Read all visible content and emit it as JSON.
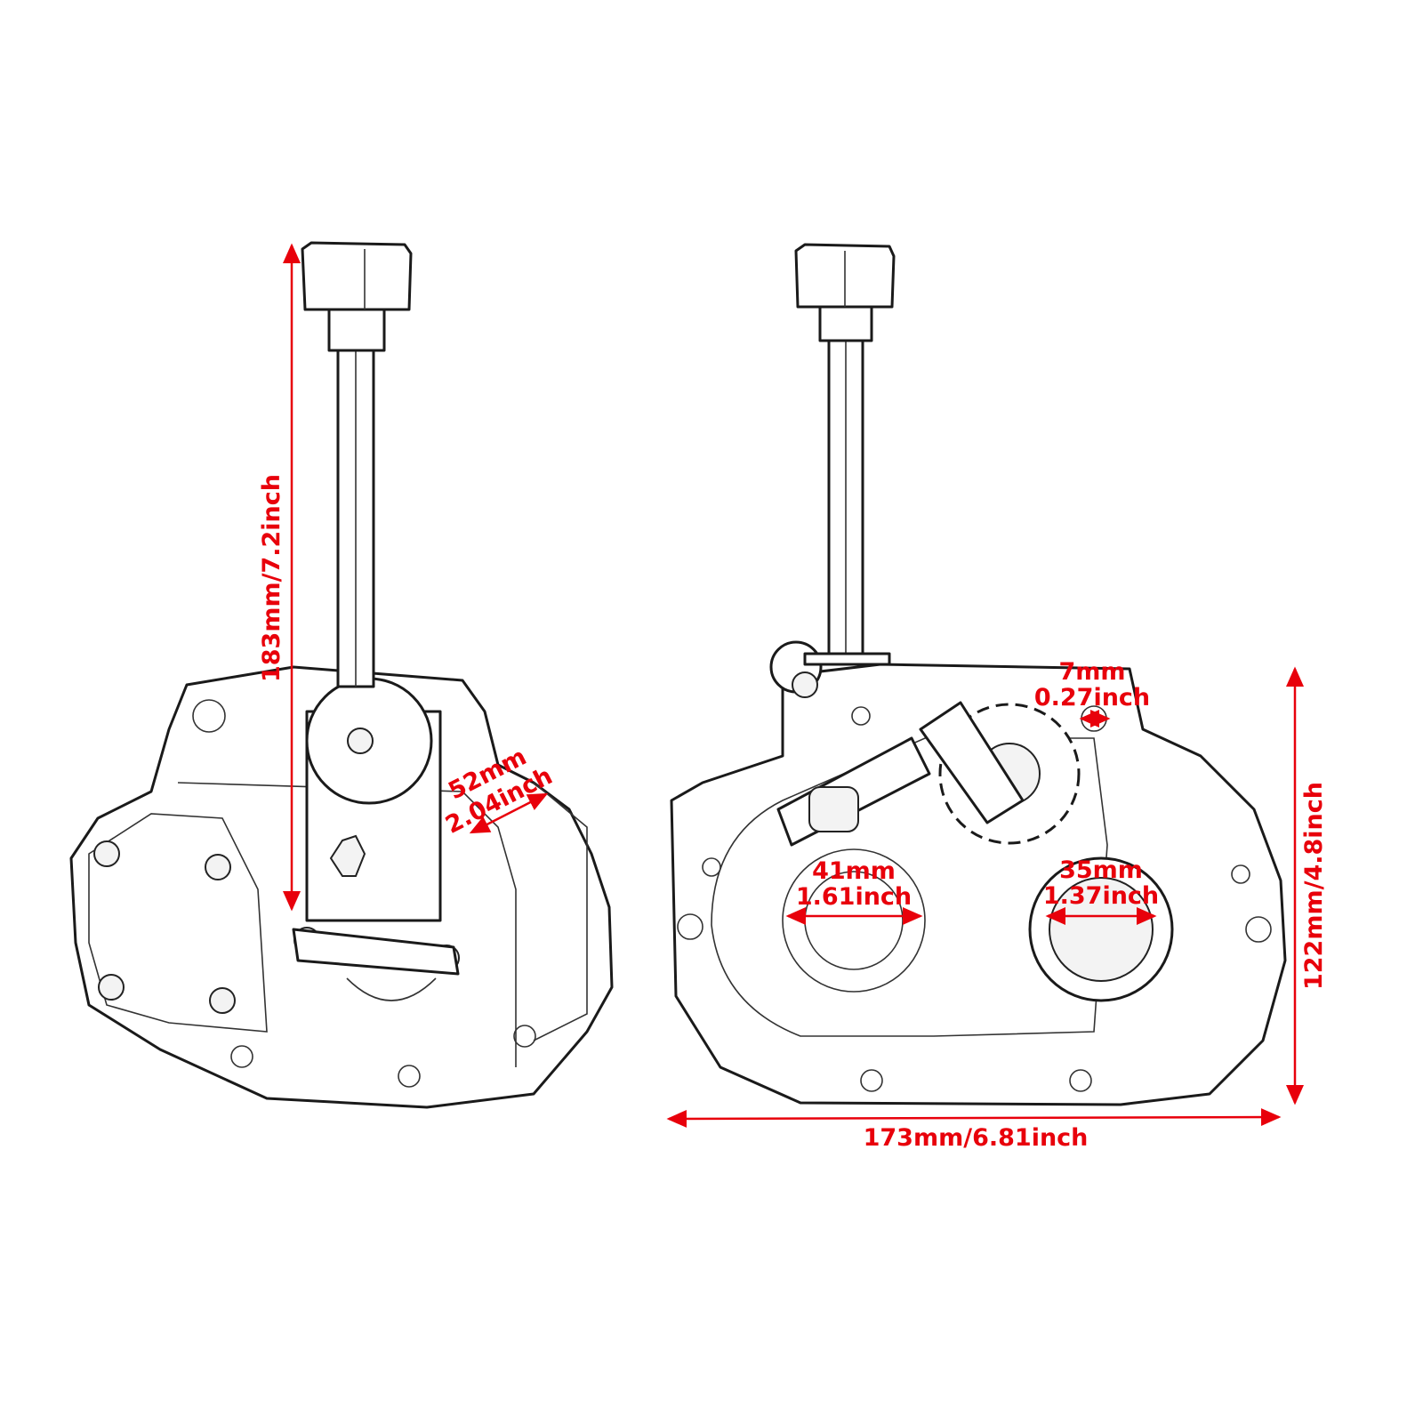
{
  "accent_color": "#e8000b",
  "left_view": {
    "height_label": "183mm/7.2inch",
    "depth_label_mm": "52mm",
    "depth_label_inch": "2.04inch"
  },
  "right_view": {
    "hole_label_mm": "7mm",
    "hole_label_inch": "0.27inch",
    "bore_left_mm": "41mm",
    "bore_left_inch": "1.61inch",
    "bore_right_mm": "35mm",
    "bore_right_inch": "1.37inch",
    "height_label": "122mm/4.8inch",
    "width_label": "173mm/6.81inch"
  }
}
